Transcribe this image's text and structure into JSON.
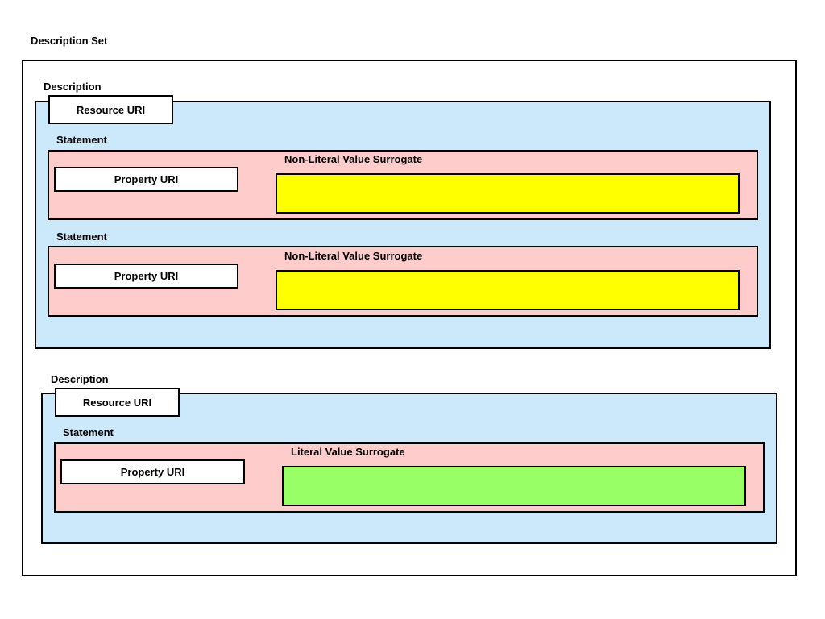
{
  "description_set": {
    "title": "Description Set",
    "descriptions": [
      {
        "label": "Description",
        "resource_uri": "Resource URI",
        "statements": [
          {
            "label": "Statement",
            "property_uri": "Property URI",
            "value_surrogate_label": "Non-Literal Value Surrogate",
            "value_kind": "non-literal"
          },
          {
            "label": "Statement",
            "property_uri": "Property URI",
            "value_surrogate_label": "Non-Literal Value Surrogate",
            "value_kind": "non-literal"
          }
        ]
      },
      {
        "label": "Description",
        "resource_uri": "Resource URI",
        "statements": [
          {
            "label": "Statement",
            "property_uri": "Property URI",
            "value_surrogate_label": "Literal Value Surrogate",
            "value_kind": "literal"
          }
        ]
      }
    ]
  },
  "colors": {
    "description_fill": "#cce8fb",
    "statement_fill": "#ffcccc",
    "non_literal_value_fill": "#ffff00",
    "literal_value_fill": "#99ff66"
  }
}
